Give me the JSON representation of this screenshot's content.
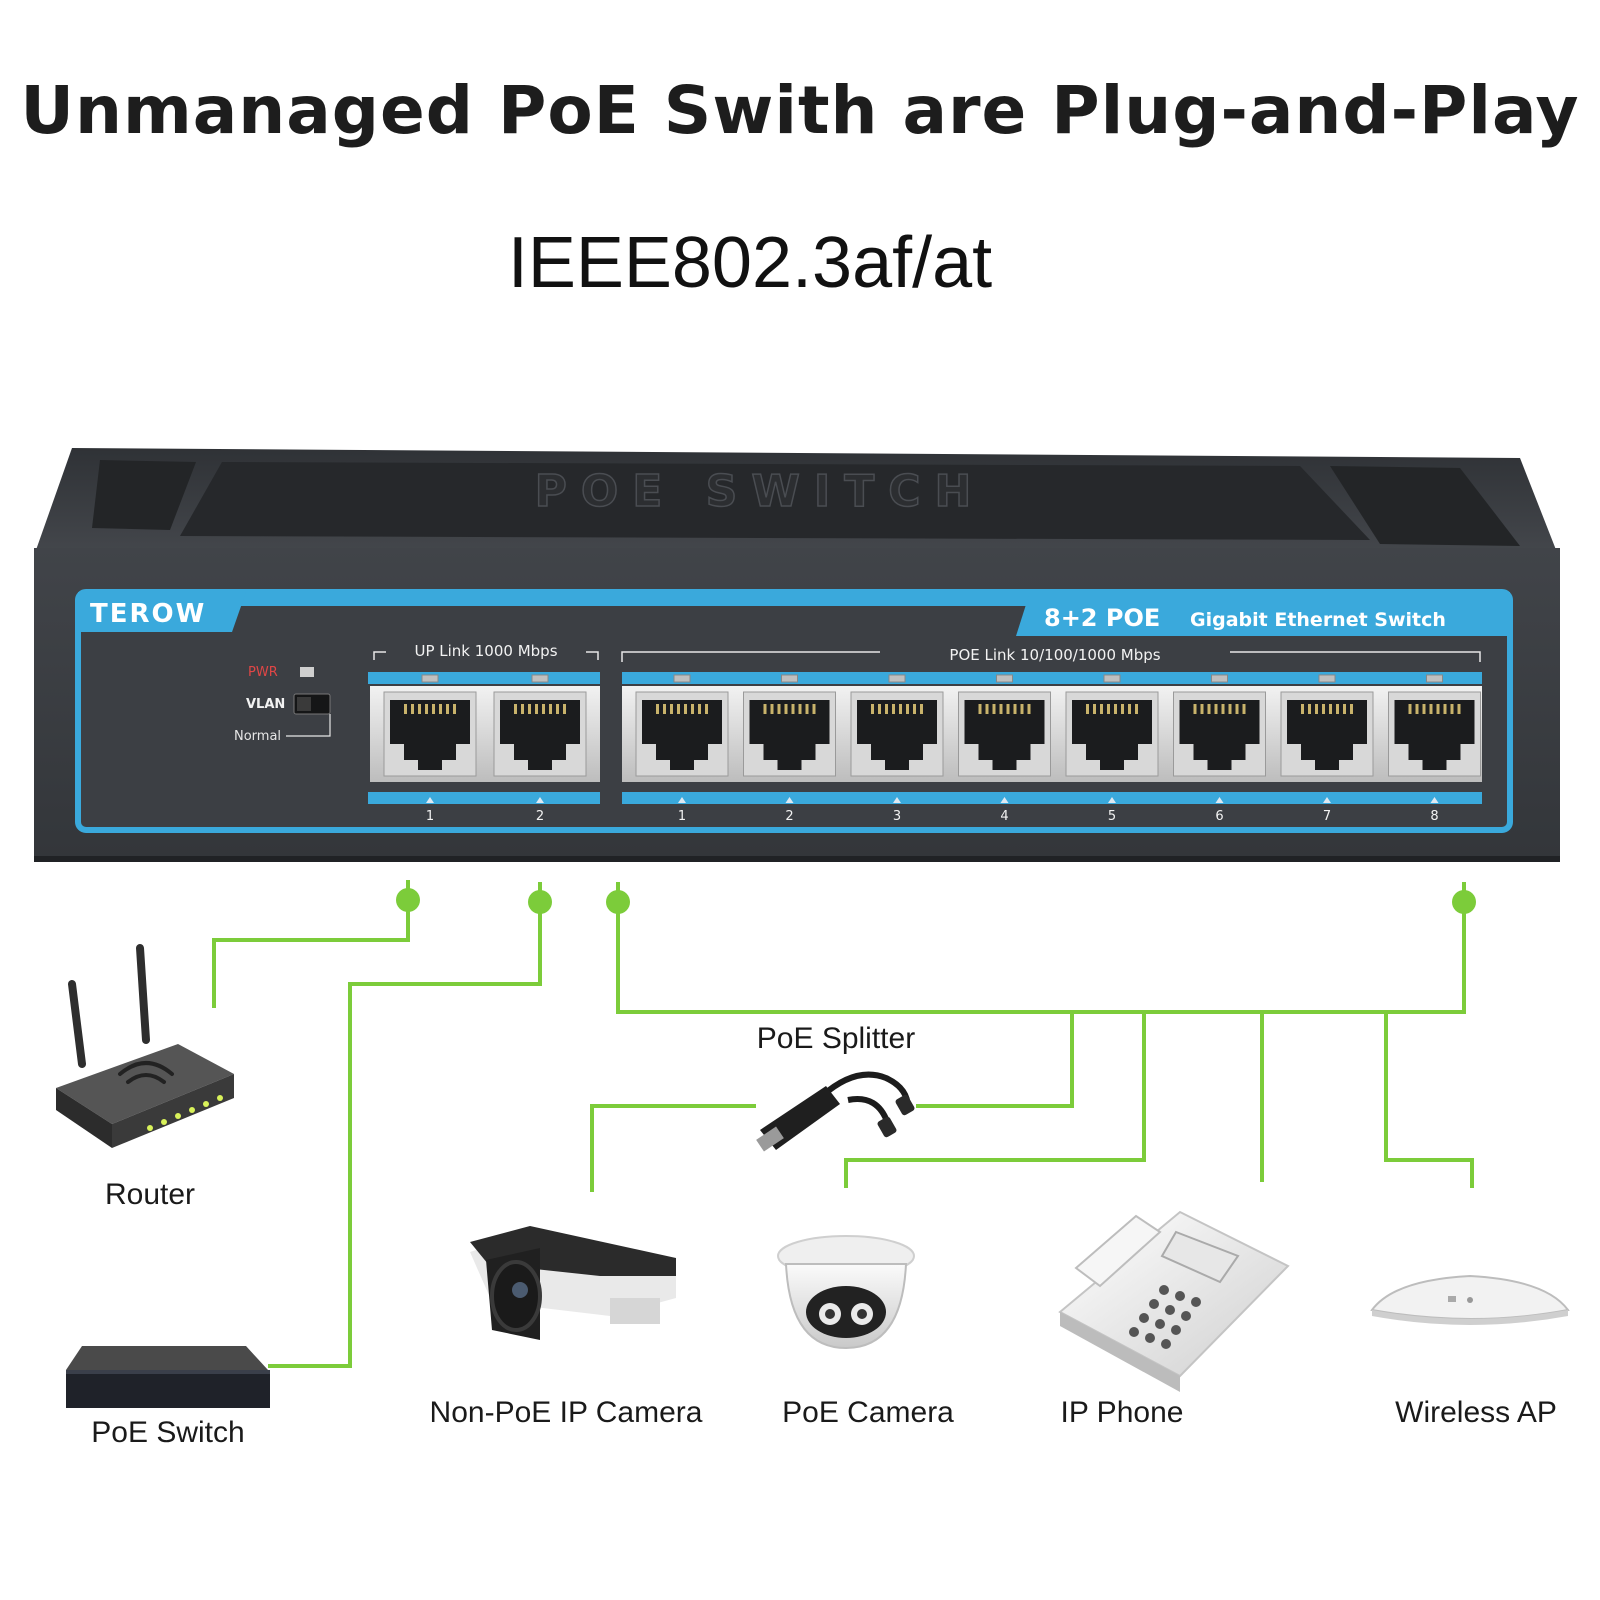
{
  "headline": "Unmanaged PoE Swith are Plug-and-Play",
  "subheadline": "IEEE802.3af/at",
  "switch": {
    "top_embossed_text": "POE SWITCH",
    "brand": "TEROW",
    "model_badge": "8+2 POE",
    "model_desc": "Gigabit Ethernet Switch",
    "pwr_label": "PWR",
    "vlan_label": "VLAN",
    "normal_label": "Normal",
    "uplink_label": "UP Link 1000 Mbps",
    "poe_link_label": "POE Link 10/100/1000 Mbps",
    "uplink_ports": [
      "1",
      "2"
    ],
    "poe_ports": [
      "1",
      "2",
      "3",
      "4",
      "5",
      "6",
      "7",
      "8"
    ]
  },
  "devices": {
    "router": "Router",
    "poe_switch": "PoE Switch",
    "poe_splitter": "PoE Splitter",
    "non_poe_camera": "Non-PoE IP Camera",
    "poe_camera": "PoE Camera",
    "ip_phone": "IP Phone",
    "wireless_ap": "Wireless AP"
  },
  "colors": {
    "connector_green": "#7ccc3a",
    "accent_blue": "#3aa9dc",
    "chassis": "#3a3d42"
  }
}
